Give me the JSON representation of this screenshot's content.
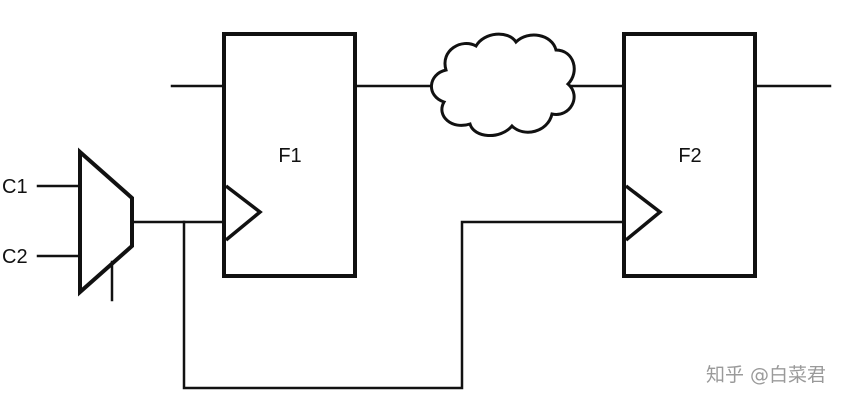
{
  "diagram": {
    "flipflop_1_label": "F1",
    "flipflop_2_label": "F2",
    "mux_input_1_label": "C1",
    "mux_input_2_label": "C2"
  },
  "watermark": {
    "text": "知乎 @白菜君"
  },
  "colors": {
    "line": "#111111",
    "background": "#ffffff",
    "watermark": "#9a9a9a"
  }
}
